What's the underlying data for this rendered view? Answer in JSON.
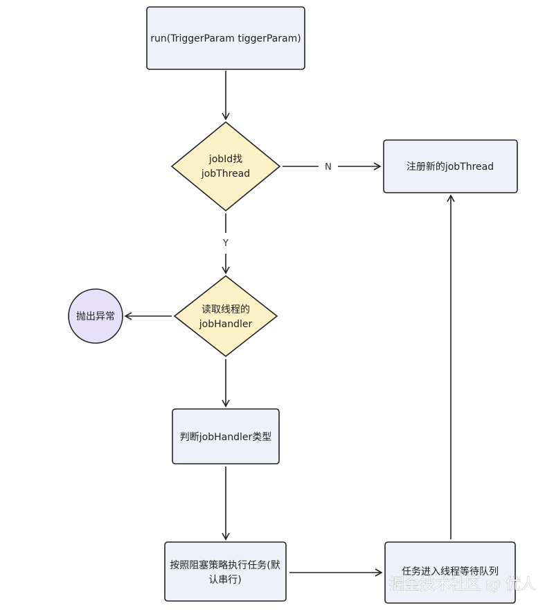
{
  "colors": {
    "rect_fill": "#eef1f9",
    "diamond_fill": "#fdf1c8",
    "circle_fill": "#e6e0fb",
    "stroke": "#222222"
  },
  "nodes": {
    "run": "run(TriggerParam tiggerParam)",
    "find_thread_line1": "jobId找",
    "find_thread_line2": "jobThread",
    "register_thread": "注册新的jobThread",
    "read_handler_line1": "读取线程的",
    "read_handler_line2": "jobHandler",
    "throw_exception": "抛出异常",
    "judge_type": "判断jobHandler类型",
    "block_strategy_line1": "按照阻塞策略执行任务(默",
    "block_strategy_line2": "认串行)",
    "queue_task": "任务进入线程等待队列"
  },
  "edges": {
    "no_label": "N",
    "yes_label": "Y"
  },
  "watermark": "掘金技术社区 @ 优人"
}
